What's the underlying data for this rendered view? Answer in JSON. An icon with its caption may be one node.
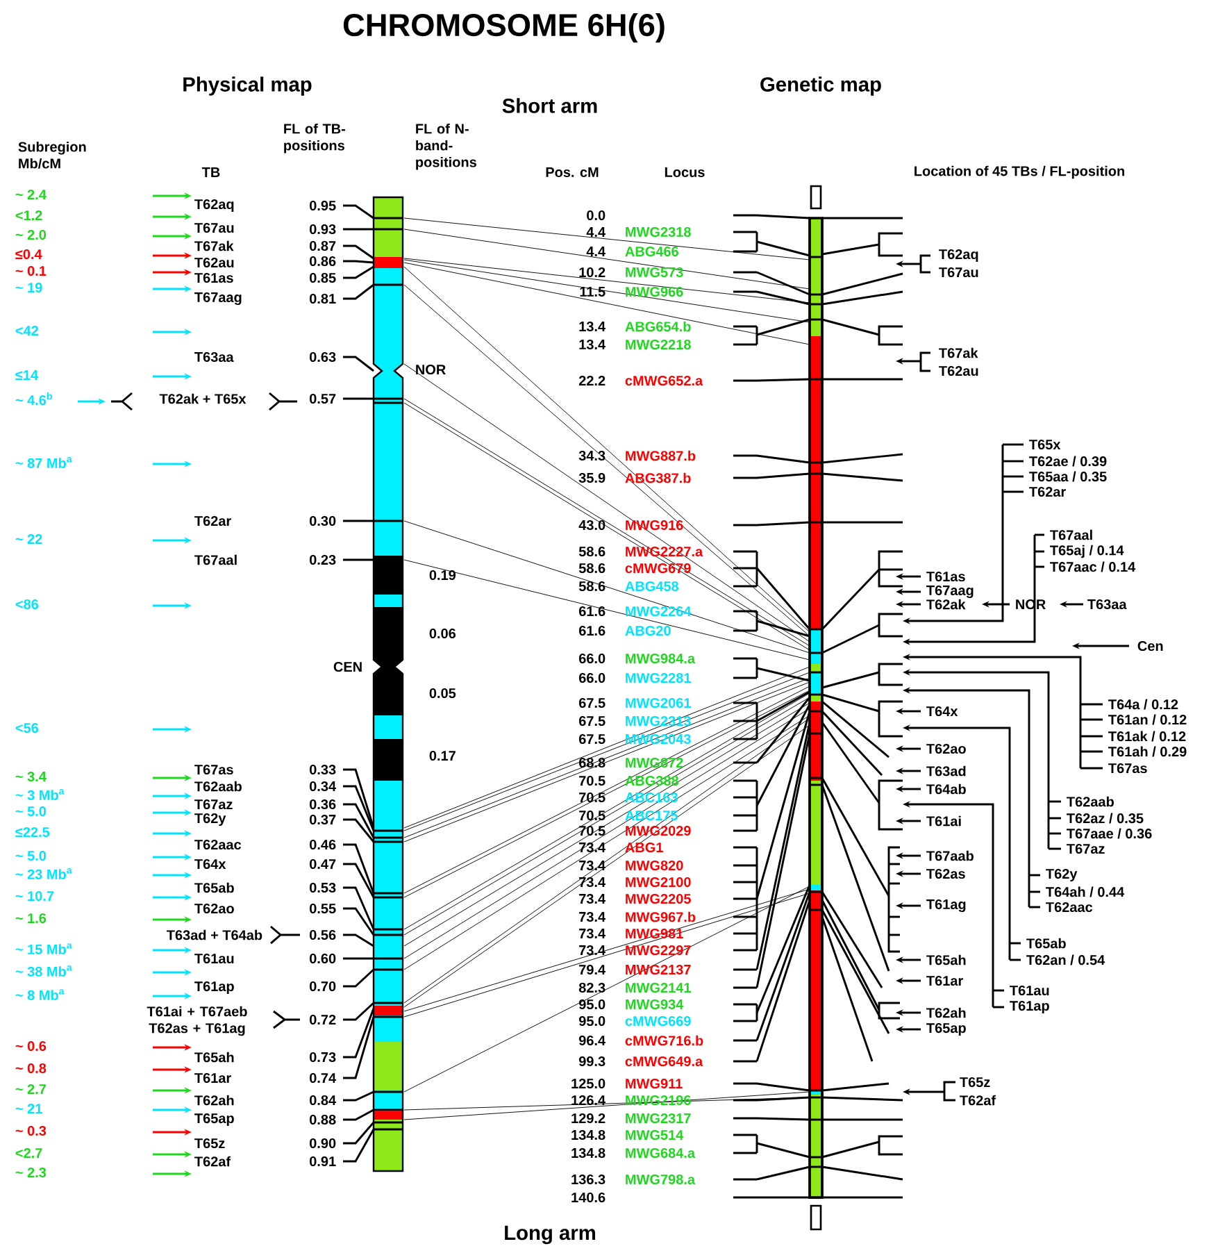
{
  "diagram": {
    "title": "CHROMOSOME 6H(6)",
    "labels": [
      "Physical map",
      "Genetic map",
      "Short arm",
      "Subregion Mb/cM",
      "TB",
      "FL of TB-positions",
      "FL of N-band-positions",
      "Pos. cM",
      "Locus",
      "Location of 45 TBs / FL-position",
      "~ 2.4",
      "<1.2",
      "~ 2.0",
      "≤0.4",
      "~ 0.1",
      "~ 19",
      "<42",
      "≤14",
      "~ 4.6$^{b}$",
      "~ 87 Mb$^{a}$",
      "~ 22",
      "<86",
      "<56",
      "~ 3.4",
      "~ 3 Mb$^{a}$",
      "~ 5.0",
      "≤22.5",
      "~ 5.0",
      "~ 23 Mb$^{a}$",
      "~ 10.7",
      "~ 1.6",
      "~ 15 Mb$^{a}$",
      "~ 38 Mb$^{a}$",
      "~ 8 Mb$^{a}$",
      "~ 0.6",
      "~ 0.8",
      "~ 2.7",
      "~ 21",
      "~ 0.3",
      "<2.7",
      "~ 2.3",
      "T62aq",
      "T67au",
      "T67ak",
      "T62au",
      "T61as",
      "T67aag",
      "T63aa",
      "T62ak + T65x",
      "T62ar",
      "T67aal",
      "T67as",
      "T62aab",
      "T67az",
      "T62y",
      "T62aac",
      "T64x",
      "T65ab",
      "T62ao",
      "T63ad + T64ab",
      "T61au",
      "T61ap",
      "T61ai + T67aeb T62as + T61ag",
      "T65ah",
      "T61ar",
      "T62ah",
      "T65ap",
      "T65z",
      "T62af",
      "0.95",
      "0.93",
      "0.87",
      "0.86",
      "0.85",
      "0.81",
      "0.63",
      "0.57",
      "0.30",
      "0.23",
      "0.33",
      "0.34",
      "0.36",
      "0.37",
      "0.46",
      "0.47",
      "0.53",
      "0.55",
      "0.56",
      "0.60",
      "0.70",
      "0.72",
      "0.73",
      "0.74",
      "0.84",
      "0.88",
      "0.90",
      "0.91",
      "NOR",
      "0.19",
      "0.06",
      "CEN",
      "0.05",
      "0.17",
      "0.0",
      "4.4",
      "MWG2318",
      "4.4",
      "ABG466",
      "10.2",
      "MWG573",
      "11.5",
      "MWG966",
      "13.4",
      "ABG654.b",
      "13.4",
      "MWG2218",
      "22.2",
      "cMWG652.a",
      "34.3",
      "MWG887.b",
      "35.9",
      "ABG387.b",
      "43.0",
      "MWG916",
      "58.6",
      "MWG2227.a",
      "58.6",
      "cMWG679",
      "58.6",
      "ABG458",
      "61.6",
      "MWG2264",
      "61.6",
      "ABG20",
      "66.0",
      "MWG984.a",
      "66.0",
      "MWG2281",
      "67.5",
      "MWG2061",
      "67.5",
      "MWG2313",
      "67.5",
      "MWG2043",
      "68.8",
      "MWG872",
      "70.5",
      "ABG388",
      "70.5",
      "ABC163",
      "70.5",
      "ABC175",
      "70.5",
      "MWG2029",
      "73.4",
      "ABG1",
      "73.4",
      "MWG820",
      "73.4",
      "MWG2100",
      "73.4",
      "MWG2205",
      "73.4",
      "MWG967.b",
      "73.4",
      "MWG981",
      "73.4",
      "MWG2297",
      "79.4",
      "MWG2137",
      "82.3",
      "MWG2141",
      "95.0",
      "MWG934",
      "95.0",
      "cMWG669",
      "96.4",
      "cMWG716.b",
      "99.3",
      "cMWG649.a",
      "125.0",
      "MWG911",
      "126.4",
      "MWG2196",
      "129.2",
      "MWG2317",
      "134.8",
      "MWG514",
      "134.8",
      "MWG684.a",
      "136.3",
      "MWG798.a",
      "140.6",
      "T62aq",
      "T67au",
      "T67ak",
      "T62au",
      "T65x",
      "T62ae / 0.39",
      "T65aa / 0.35",
      "T62ar",
      "T67aal",
      "T65aj / 0.14",
      "T67aac / 0.14",
      "T61as",
      "T67aag",
      "T62ak",
      "NOR",
      "T63aa",
      "Cen",
      "T64a / 0.12",
      "T64x",
      "T61an / 0.12",
      "T61ak / 0.12",
      "T62ao",
      "T61ah / 0.29",
      "T63ad",
      "T67as",
      "T64ab",
      "T62aab",
      "T61ai",
      "T62az / 0.35",
      "T67aae / 0.36",
      "T67az",
      "T67aab",
      "T62as",
      "T62y",
      "T64ah / 0.44",
      "T61ag",
      "T62aac",
      "T65ab",
      "T65ah",
      "T62an / 0.54",
      "T61ar",
      "T61au",
      "T61ap",
      "T62ah",
      "T65ap",
      "T65z",
      "T62af",
      "Long arm"
    ]
  }
}
